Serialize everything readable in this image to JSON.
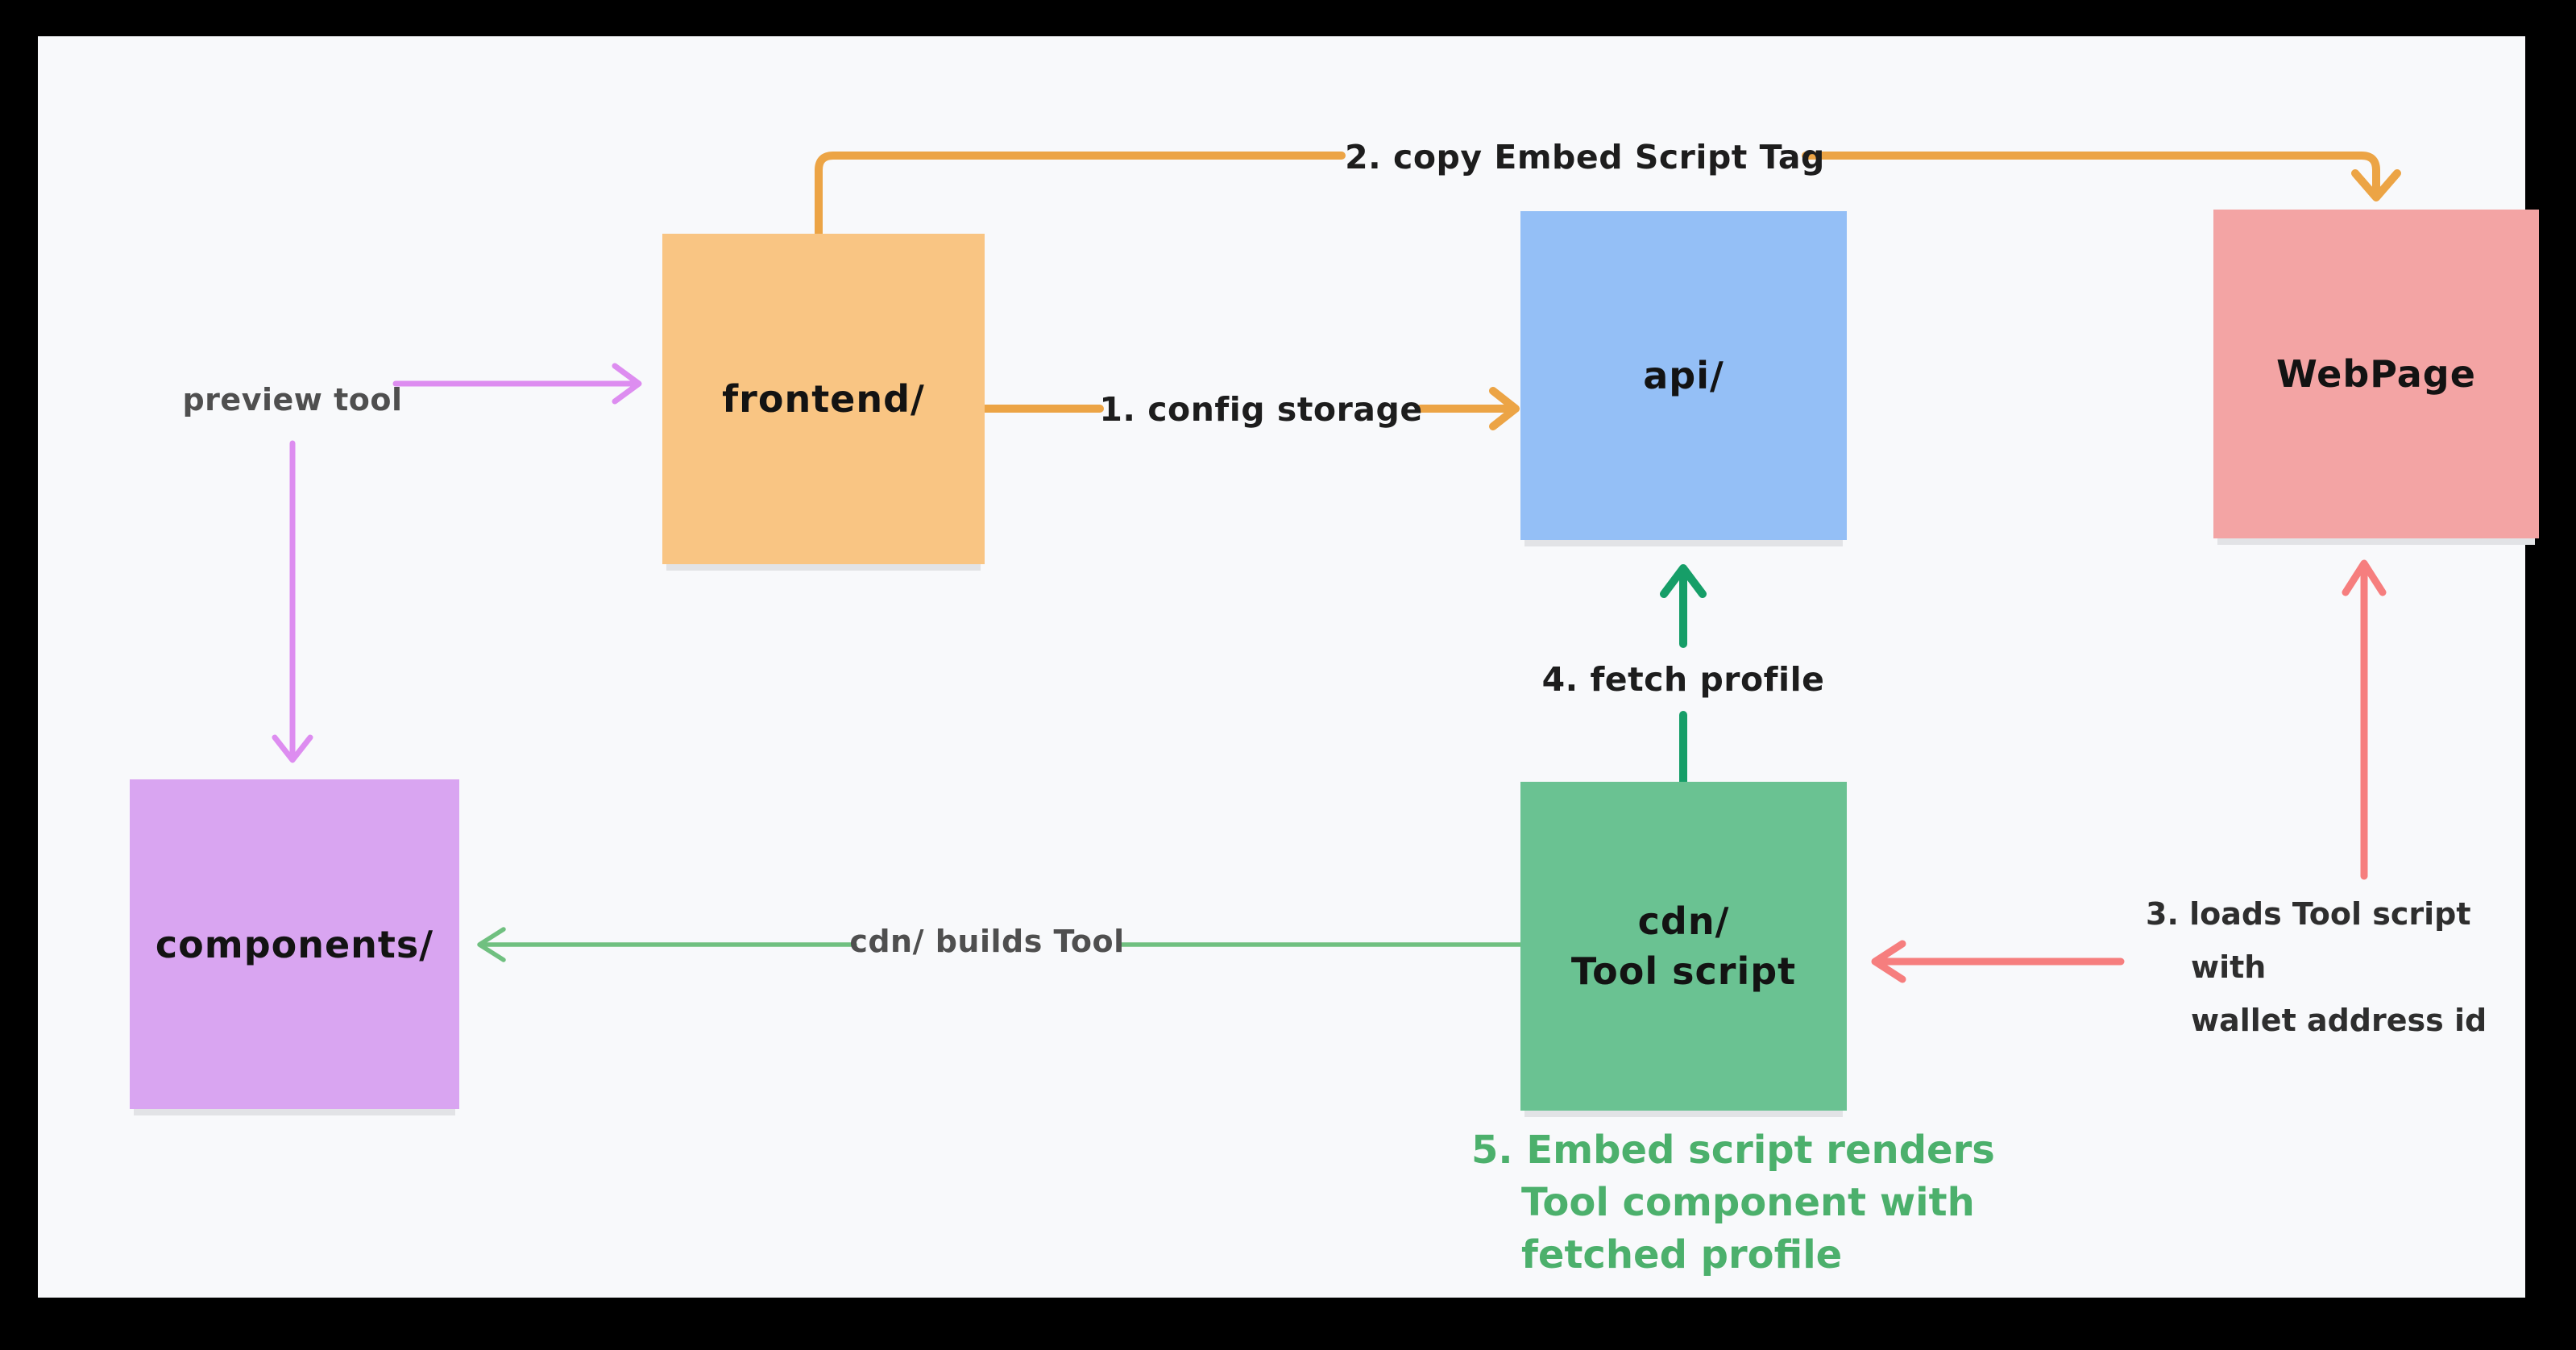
{
  "canvas": {
    "background": "#f8f9fb",
    "frame": "#000000"
  },
  "colors": {
    "orange": "#eca445",
    "violet": "#dd8df0",
    "dark_green": "#169e68",
    "red": "#f67e7e",
    "light_green": "#70c080",
    "note_green": "#4cb06c"
  },
  "nodes": {
    "frontend": {
      "label": "frontend/",
      "fill": "#f9c583"
    },
    "api": {
      "label": "api/",
      "fill": "#94bff6"
    },
    "webpage": {
      "label": "WebPage",
      "fill": "#f3a4a4"
    },
    "components": {
      "label": "components/",
      "fill": "#d9a5f1"
    },
    "cdn": {
      "label_line1": "cdn/",
      "label_line2": "Tool script",
      "fill": "#6ac292"
    }
  },
  "labels": {
    "preview_tool": "preview tool",
    "config_storage": "1. config storage",
    "copy_embed_script_tag": "2. copy Embed Script Tag",
    "fetch_profile": "4. fetch profile",
    "cdn_builds_tool": "cdn/ builds Tool",
    "loads_tool_script": {
      "line1": "3. loads Tool script",
      "line2": "with",
      "line3": "wallet address id"
    },
    "embed_note": {
      "line1": "5. Embed script renders",
      "line2": "Tool component with",
      "line3": "fetched profile"
    }
  }
}
